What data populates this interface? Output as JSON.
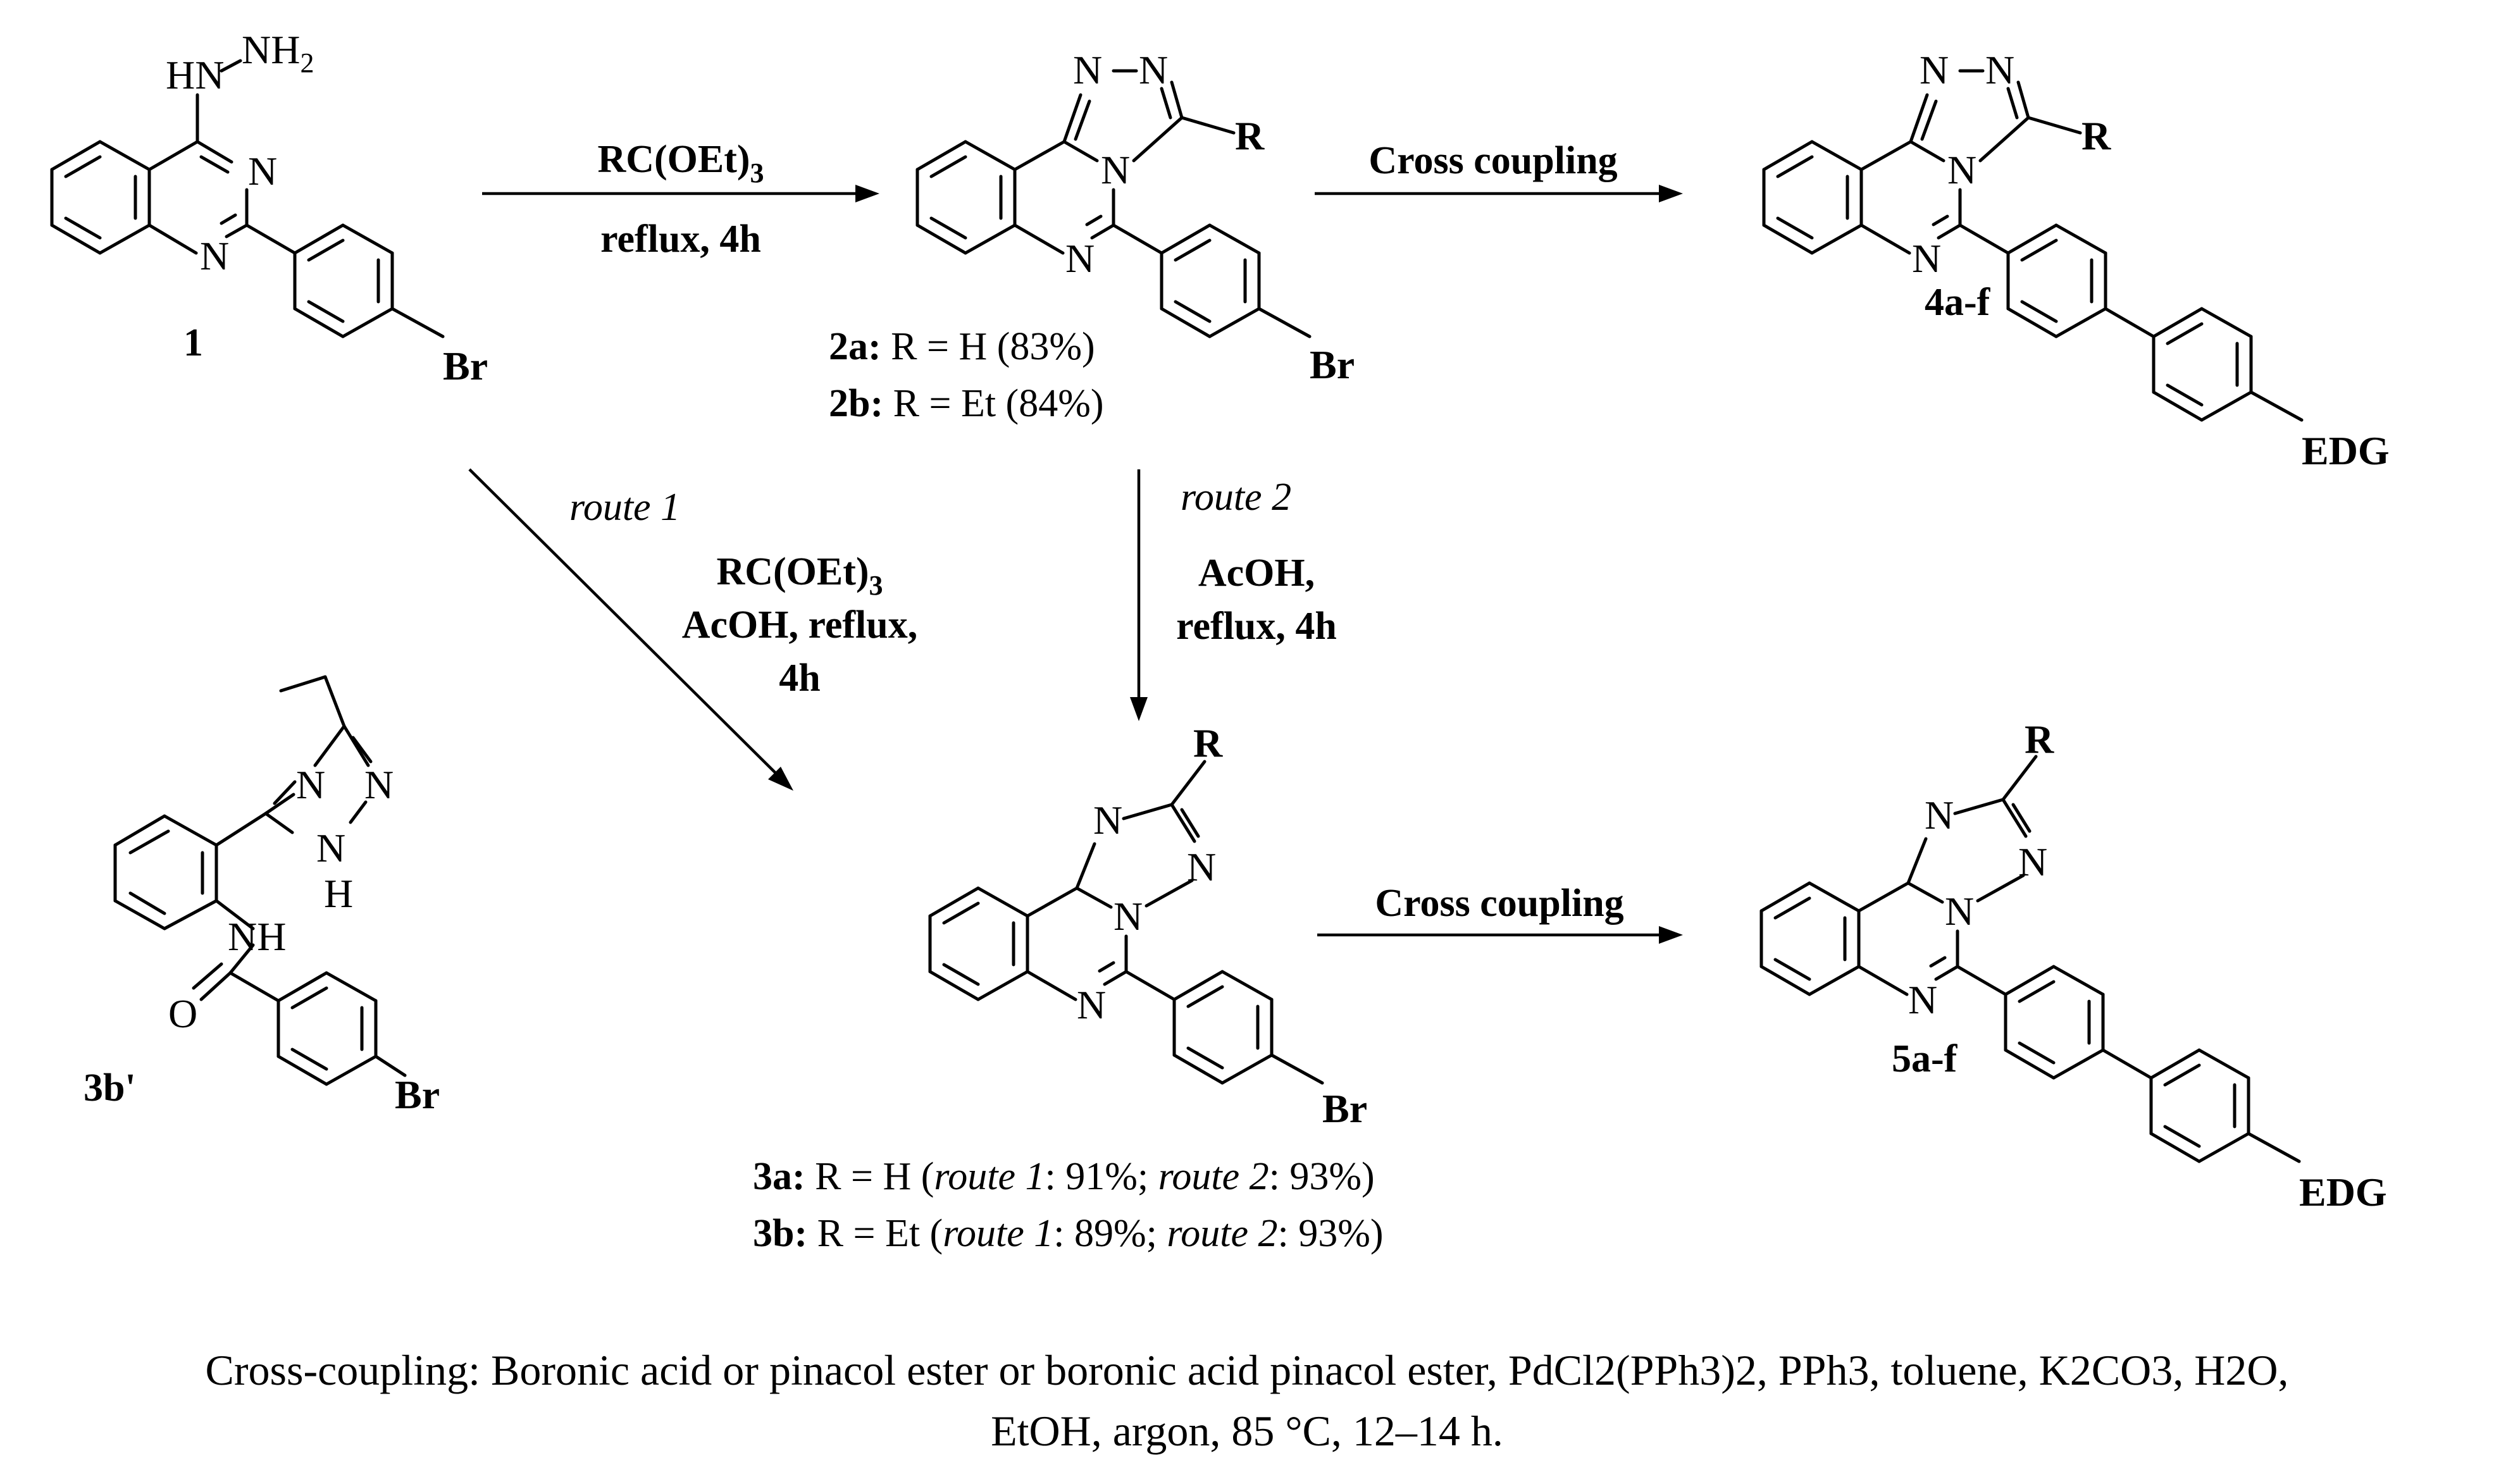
{
  "reagents": {
    "step1_line1": "RC(OEt)",
    "step1_sub": "3",
    "step1_line2": "reflux, 4h",
    "cross_coupling_top": "Cross coupling",
    "cross_coupling_bottom": "Cross coupling",
    "route1_label": "route 1",
    "route1_line1": "RC(OEt)",
    "route1_sub": "3",
    "route1_line2": "AcOH, reflux,",
    "route1_line3": "4h",
    "route2_label": "route 2",
    "route2_line1": "AcOH,",
    "route2_line2": "reflux, 4h"
  },
  "compounds": {
    "c1": "1",
    "c4": "4a-f",
    "c3b_prime": "3b'",
    "c5": "5a-f"
  },
  "yields": {
    "y2a_id": "2a:",
    "y2a_text": " R = H (83%)",
    "y2b_id": "2b:",
    "y2b_text": " R = Et (84%)",
    "y3a_id": "3a:",
    "y3a_t1": " R = H  (",
    "y3a_r1": "route 1",
    "y3a_t2": ": 91%; ",
    "y3a_r2": "route 2",
    "y3a_t3": ": 93%)",
    "y3b_id": "3b:",
    "y3b_t1": " R = Et (",
    "y3b_r1": "route 1",
    "y3b_t2": ": 89%; ",
    "y3b_r2": "route 2",
    "y3b_t3": ": 93%)"
  },
  "atoms": {
    "N": "N",
    "R": "R",
    "Br": "Br",
    "EDG": "EDG",
    "O": "O",
    "H": "H",
    "NH": "NH",
    "HN": "HN",
    "NH2_main": "NH",
    "NH2_sub": "2"
  },
  "footnote": {
    "line1": "Cross-coupling: Boronic acid or pinacol ester or boronic acid pinacol ester, PdCl2(PPh3)2, PPh3, toluene, K2CO3, H2O,",
    "line2": "EtOH, argon, 85 °C, 12–14 h."
  }
}
